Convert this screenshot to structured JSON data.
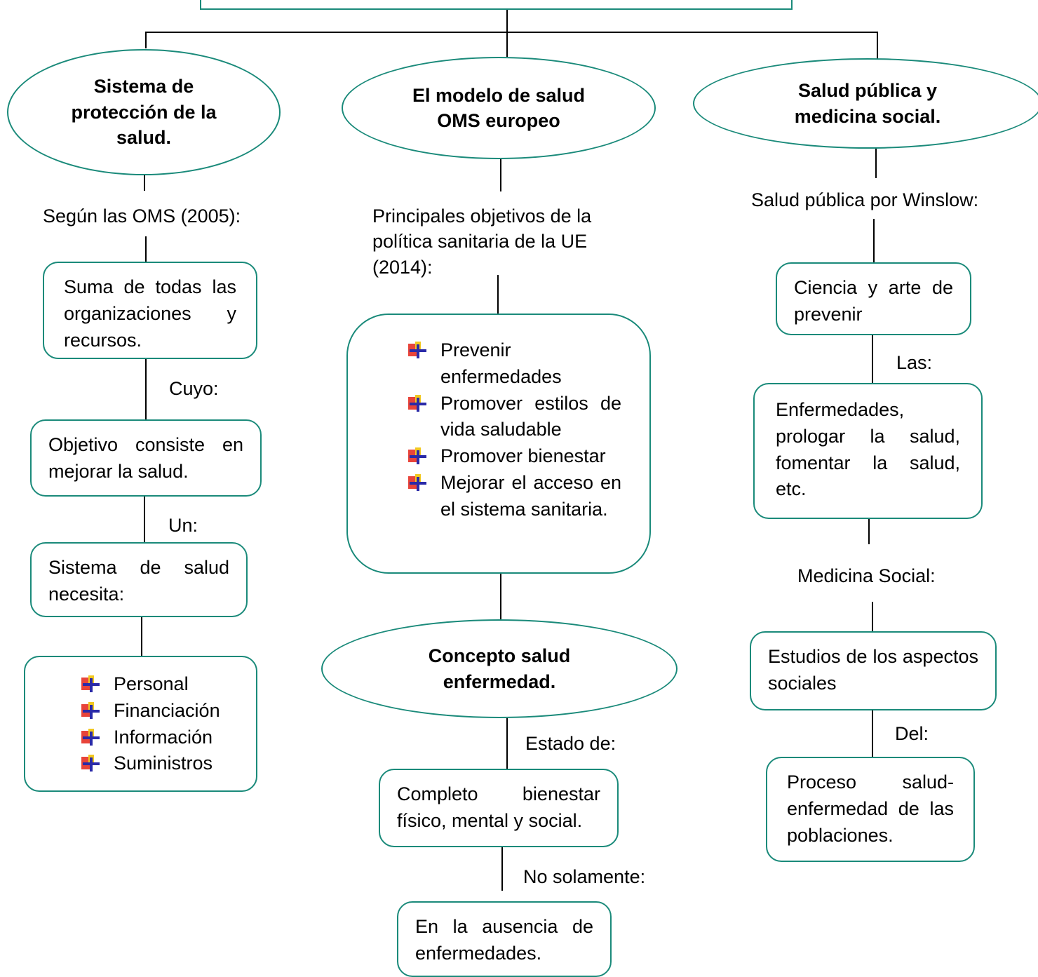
{
  "colors": {
    "border": "#1a8a7a",
    "line": "#000000",
    "bullet_icon": "bullet-cross-icon"
  },
  "ovals": {
    "left": "Sistema de protección de la salud.",
    "middle": "El modelo de salud OMS europeo",
    "right": "Salud pública y medicina social.",
    "concept": "Concepto salud enfermedad."
  },
  "left": {
    "label1": "Según las OMS (2005):",
    "box1": "Suma de todas las organizaciones y recursos.",
    "label2": "Cuyo:",
    "box2": "Objetivo consiste en mejorar la salud.",
    "label3": "Un:",
    "box3": "Sistema de salud necesita:",
    "items": [
      "Personal",
      "Financiación",
      "Información",
      "Suministros"
    ]
  },
  "middle": {
    "label1": "Principales objetivos de la política sanitaria de la UE (2014):",
    "items": [
      "Prevenir enfermedades",
      "Promover estilos de vida saludable",
      "Promover bienestar",
      "Mejorar el acceso en el sistema sanitaria."
    ],
    "label2": "Estado de:",
    "box1": "Completo bienestar físico, mental y social.",
    "label3": "No solamente:",
    "box2": "En la ausencia de enfermedades."
  },
  "right": {
    "label1": "Salud pública por Winslow:",
    "box1": "Ciencia y arte de prevenir",
    "label2": "Las:",
    "box2": "Enfermedades, prologar la salud, fomentar la salud, etc.",
    "label3": "Medicina Social:",
    "box3": "Estudios de los aspectos sociales",
    "label4": "Del:",
    "box4": "Proceso salud-enfermedad de las poblaciones."
  }
}
